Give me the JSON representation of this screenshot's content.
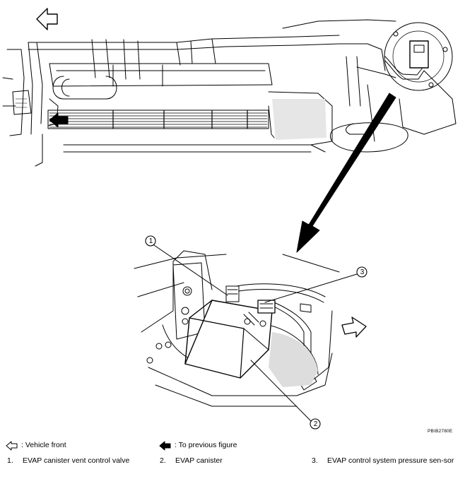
{
  "figure_code": "PBIB2780E",
  "callouts": [
    "1",
    "2",
    "3"
  ],
  "legend": {
    "vehicle_front": ": Vehicle front",
    "to_previous_figure": ": To previous figure"
  },
  "parts": [
    {
      "number": "1.",
      "name": "EVAP canister vent control valve"
    },
    {
      "number": "2.",
      "name": "EVAP canister"
    },
    {
      "number": "3.",
      "name": "EVAP control system pressure sen-sor"
    }
  ],
  "icons": {
    "vehicle_front": "hollow-arrow-left-icon",
    "to_previous_figure": "solid-arrow-left-icon"
  },
  "colors": {
    "ink": "#000000",
    "paper": "#ffffff",
    "shade": "#bbbbbb"
  }
}
